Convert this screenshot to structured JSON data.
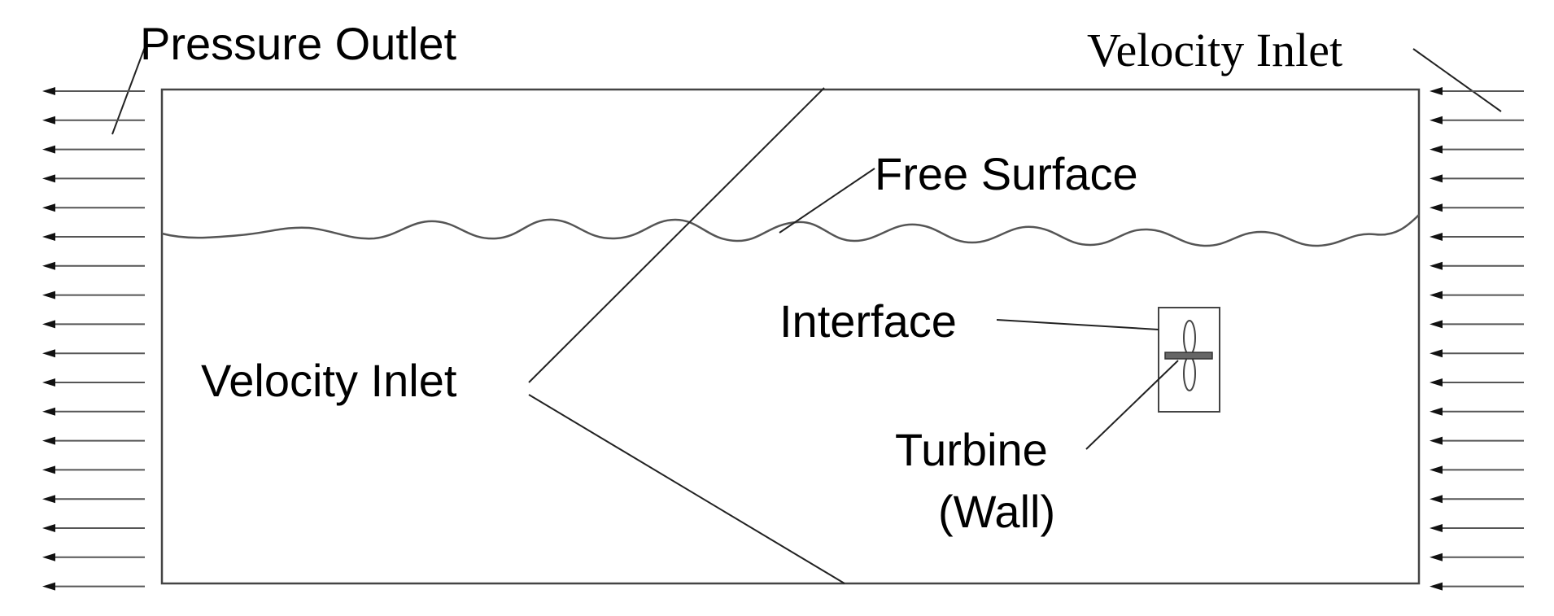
{
  "labels": {
    "pressure_outlet": "Pressure Outlet",
    "velocity_inlet_right": "Velocity Inlet",
    "free_surface": "Free Surface",
    "interface": "Interface",
    "velocity_inlet_bottom": "Velocity Inlet",
    "turbine_line1": "Turbine",
    "turbine_line2": "(Wall)"
  },
  "colors": {
    "line": "#444444",
    "arrow": "#111111",
    "text": "#000000"
  }
}
